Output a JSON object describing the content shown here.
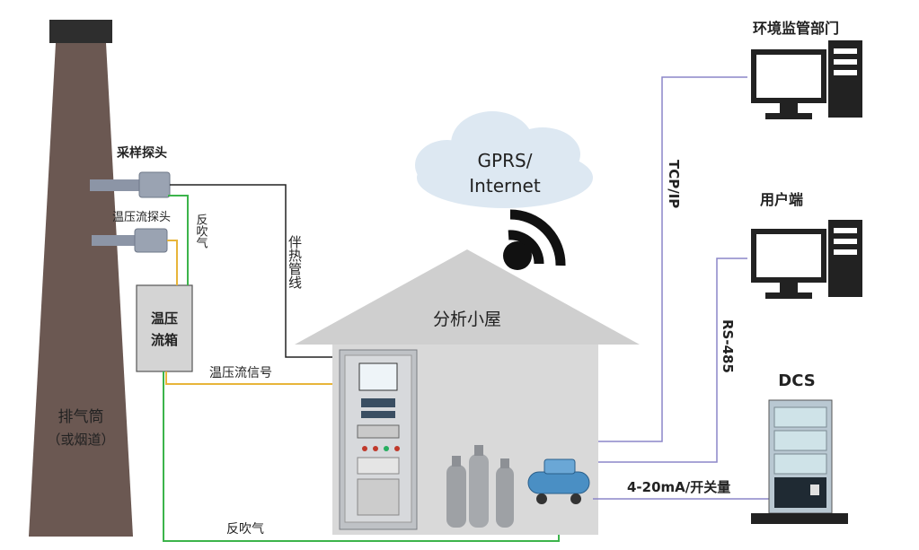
{
  "labels": {
    "chimney": "排气筒",
    "chimney_sub": "（或烟道）",
    "sampling_probe": "采样探头",
    "tpf_probe": "温压流探头",
    "back_blow_top": "反吹气",
    "tpf_box_line1": "温压",
    "tpf_box_line2": "流箱",
    "heat_trace": "伴热管线",
    "tpf_signal": "温压流信号",
    "back_blow_bottom": "反吹气",
    "cloud_line1": "GPRS/",
    "cloud_line2": "Internet",
    "house": "分析小屋",
    "env_dept": "环境监管部门",
    "tcpip": "TCP/IP",
    "user": "用户端",
    "rs485": "RS-485",
    "dcs": "DCS",
    "analog": "4-20mA/开关量"
  },
  "colors": {
    "chimney": "#6b5852",
    "house": "#d9d9d9",
    "cloud": "#dde8f2",
    "green_line": "#3cb44b",
    "yellow_line": "#e8b53a",
    "network_line": "#8c86c8",
    "monitor": "#222222"
  }
}
